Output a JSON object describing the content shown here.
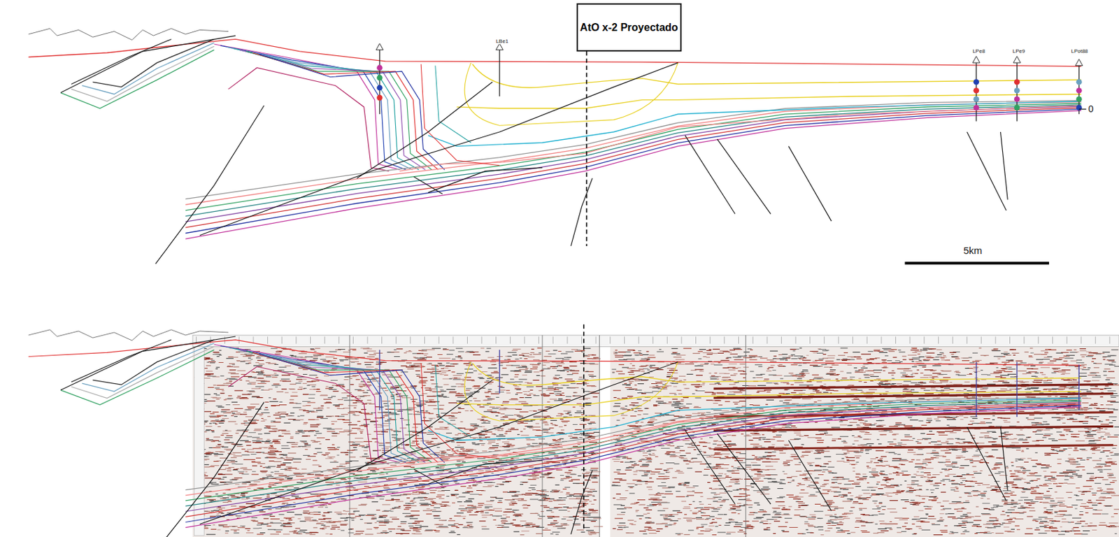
{
  "diagram": {
    "nodes": [
      {
        "text": [
          "AtO x-2 Proyectado"
        ]
      }
    ],
    "labels": [
      "LBe1",
      "LPe8",
      "LPe9",
      "LPot88",
      "0",
      "5km"
    ]
  }
}
